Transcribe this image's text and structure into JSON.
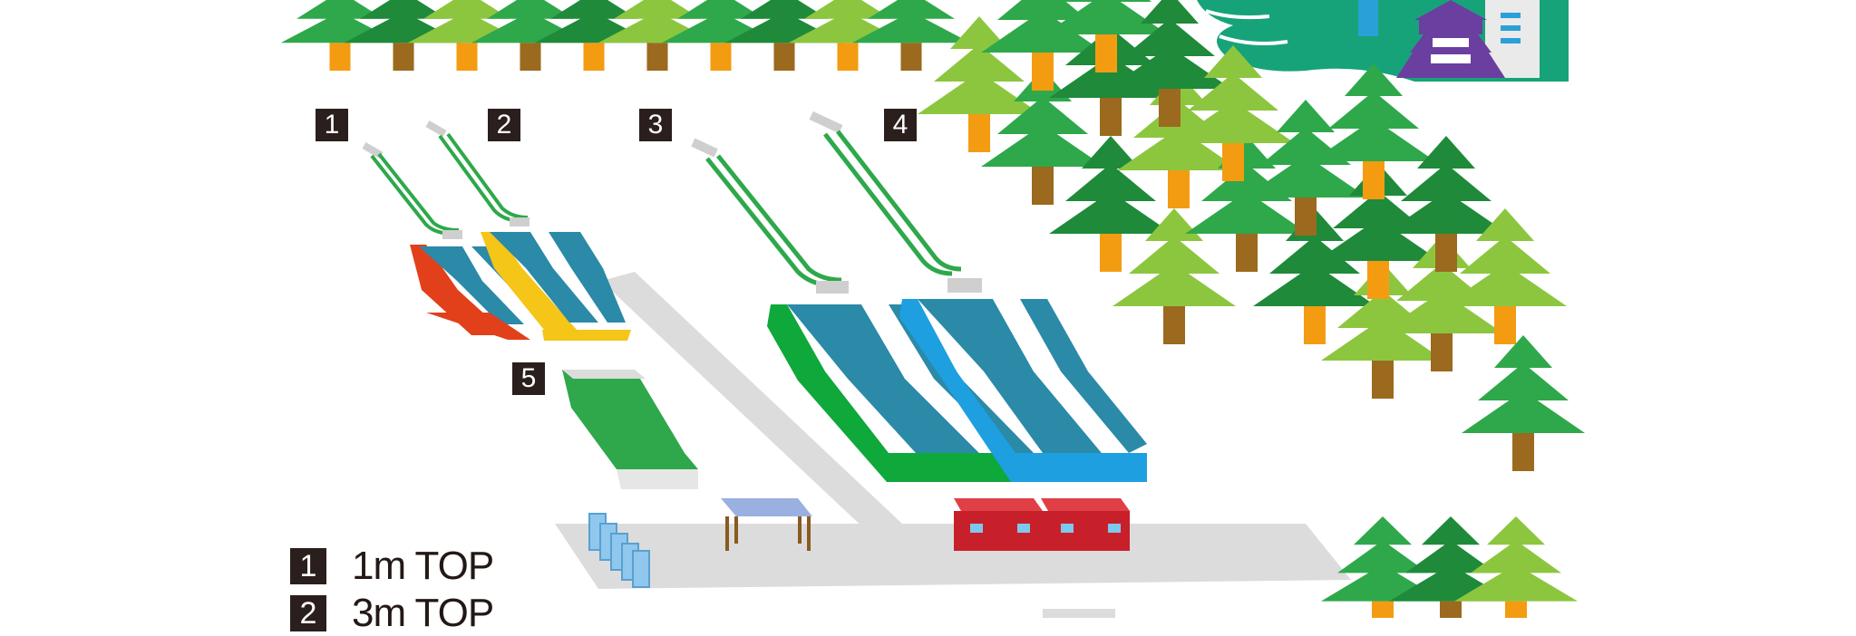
{
  "jumps": [
    {
      "number": "1"
    },
    {
      "number": "2"
    },
    {
      "number": "3"
    },
    {
      "number": "4"
    },
    {
      "number": "5"
    }
  ],
  "legend": [
    {
      "number": "1",
      "label": "1m TOP"
    },
    {
      "number": "2",
      "label": "3m TOP"
    }
  ],
  "colors": {
    "tree_dark": "#1e8a3a",
    "tree_mid": "#2ea84a",
    "tree_light": "#8cc63f",
    "trunk_brown": "#9b6a1e",
    "trunk_orange": "#f39c12",
    "ramp_blue": "#2a8aa8",
    "ramp_green": "#2ea84a",
    "ramp_red": "#e2401a",
    "ramp_yellow": "#f5c518",
    "ramp_cyan": "#1e9fe0",
    "path_gray": "#dcdcdc",
    "cabin_red": "#c8202a",
    "table_blue": "#9ab0e0",
    "storage_blue": "#8fc7ee",
    "castle_purple": "#6a3fa0",
    "lake_teal": "#17a37a"
  },
  "icons": [
    "tree-icon",
    "castle-icon",
    "cabin-icon",
    "table-icon",
    "storage-icon"
  ]
}
